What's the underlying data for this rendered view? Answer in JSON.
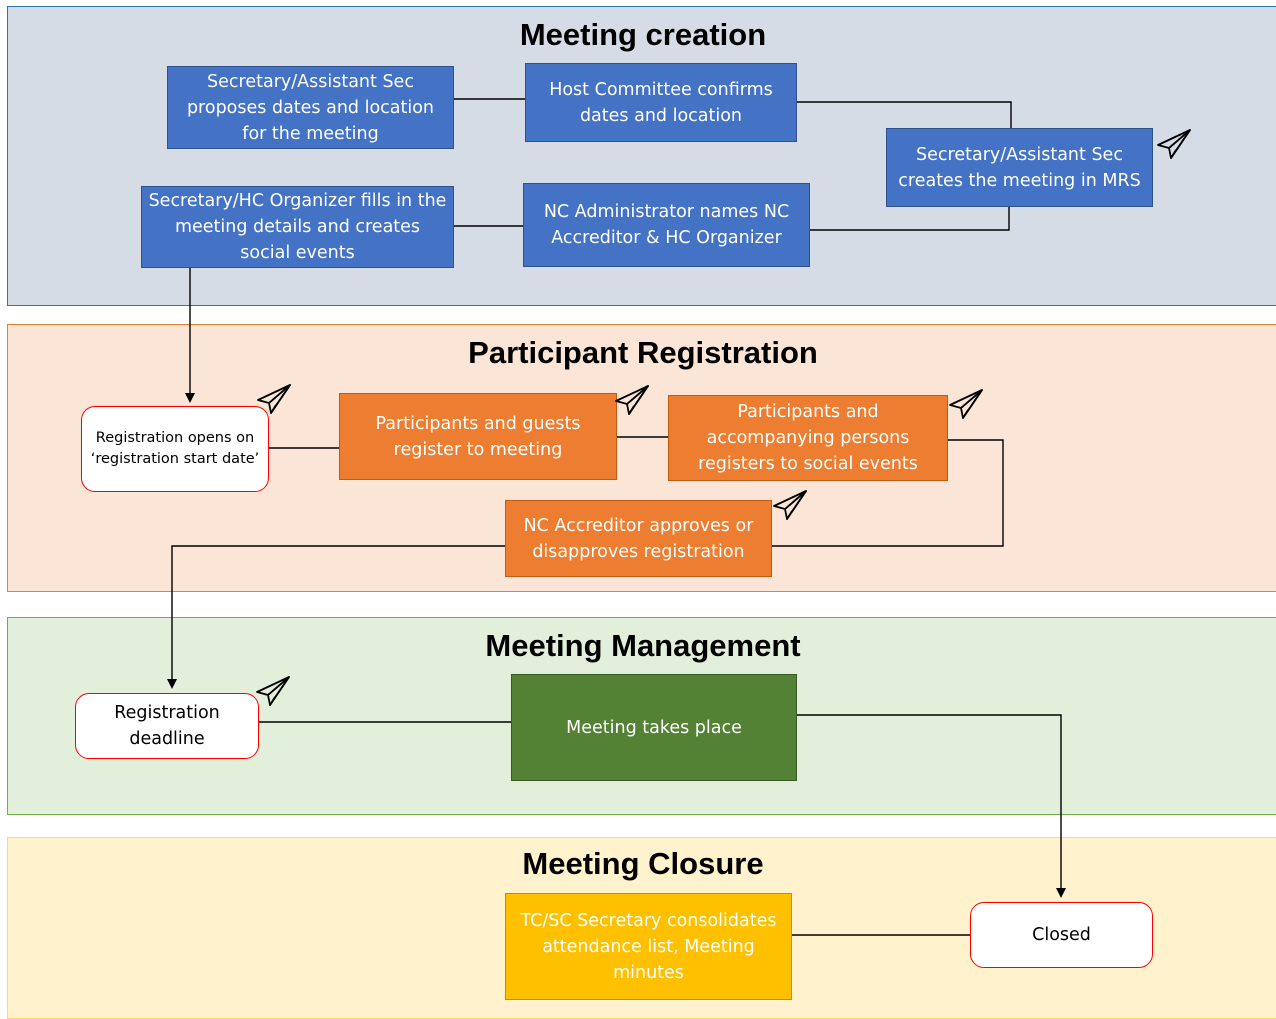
{
  "lanes": {
    "creation": {
      "title": "Meeting creation"
    },
    "registration": {
      "title": "Participant Registration"
    },
    "management": {
      "title": "Meeting Management"
    },
    "closure": {
      "title": "Meeting Closure"
    }
  },
  "nodes": {
    "propose": "Secretary/Assistant Sec proposes dates and location for the meeting",
    "host_confirms": "Host Committee confirms dates and location",
    "creates_mrs": "Secretary/Assistant Sec creates the meeting in MRS",
    "nc_admin": "NC Administrator names NC Accreditor & HC Organizer",
    "fills_details": "Secretary/HC Organizer fills in the meeting details and creates social events",
    "reg_opens": "Registration opens on ‘registration start date’",
    "participants_register": "Participants  and guests register to meeting",
    "social_register": "Participants and accompanying persons registers to social events",
    "accreditor": "NC Accreditor approves or disapproves registration",
    "reg_deadline": "Registration deadline",
    "takes_place": "Meeting takes place",
    "consolidates": "TC/SC Secretary consolidates  attendance list, Meeting minutes",
    "closed": "Closed"
  },
  "icons": {
    "notification": "paper-plane-icon"
  },
  "colors": {
    "creation_bg": "#d6dce5",
    "creation_border": "#2e75b6",
    "registration_bg": "#fbe5d6",
    "registration_border": "#ed7d31",
    "management_bg": "#e2efda",
    "management_border": "#70ad47",
    "closure_bg": "#fff2cc",
    "closure_border": "#ffd966",
    "blue": "#4472c4",
    "orange": "#ed7d31",
    "green": "#548235",
    "yellow": "#ffc000",
    "round_border": "#ff0000"
  }
}
